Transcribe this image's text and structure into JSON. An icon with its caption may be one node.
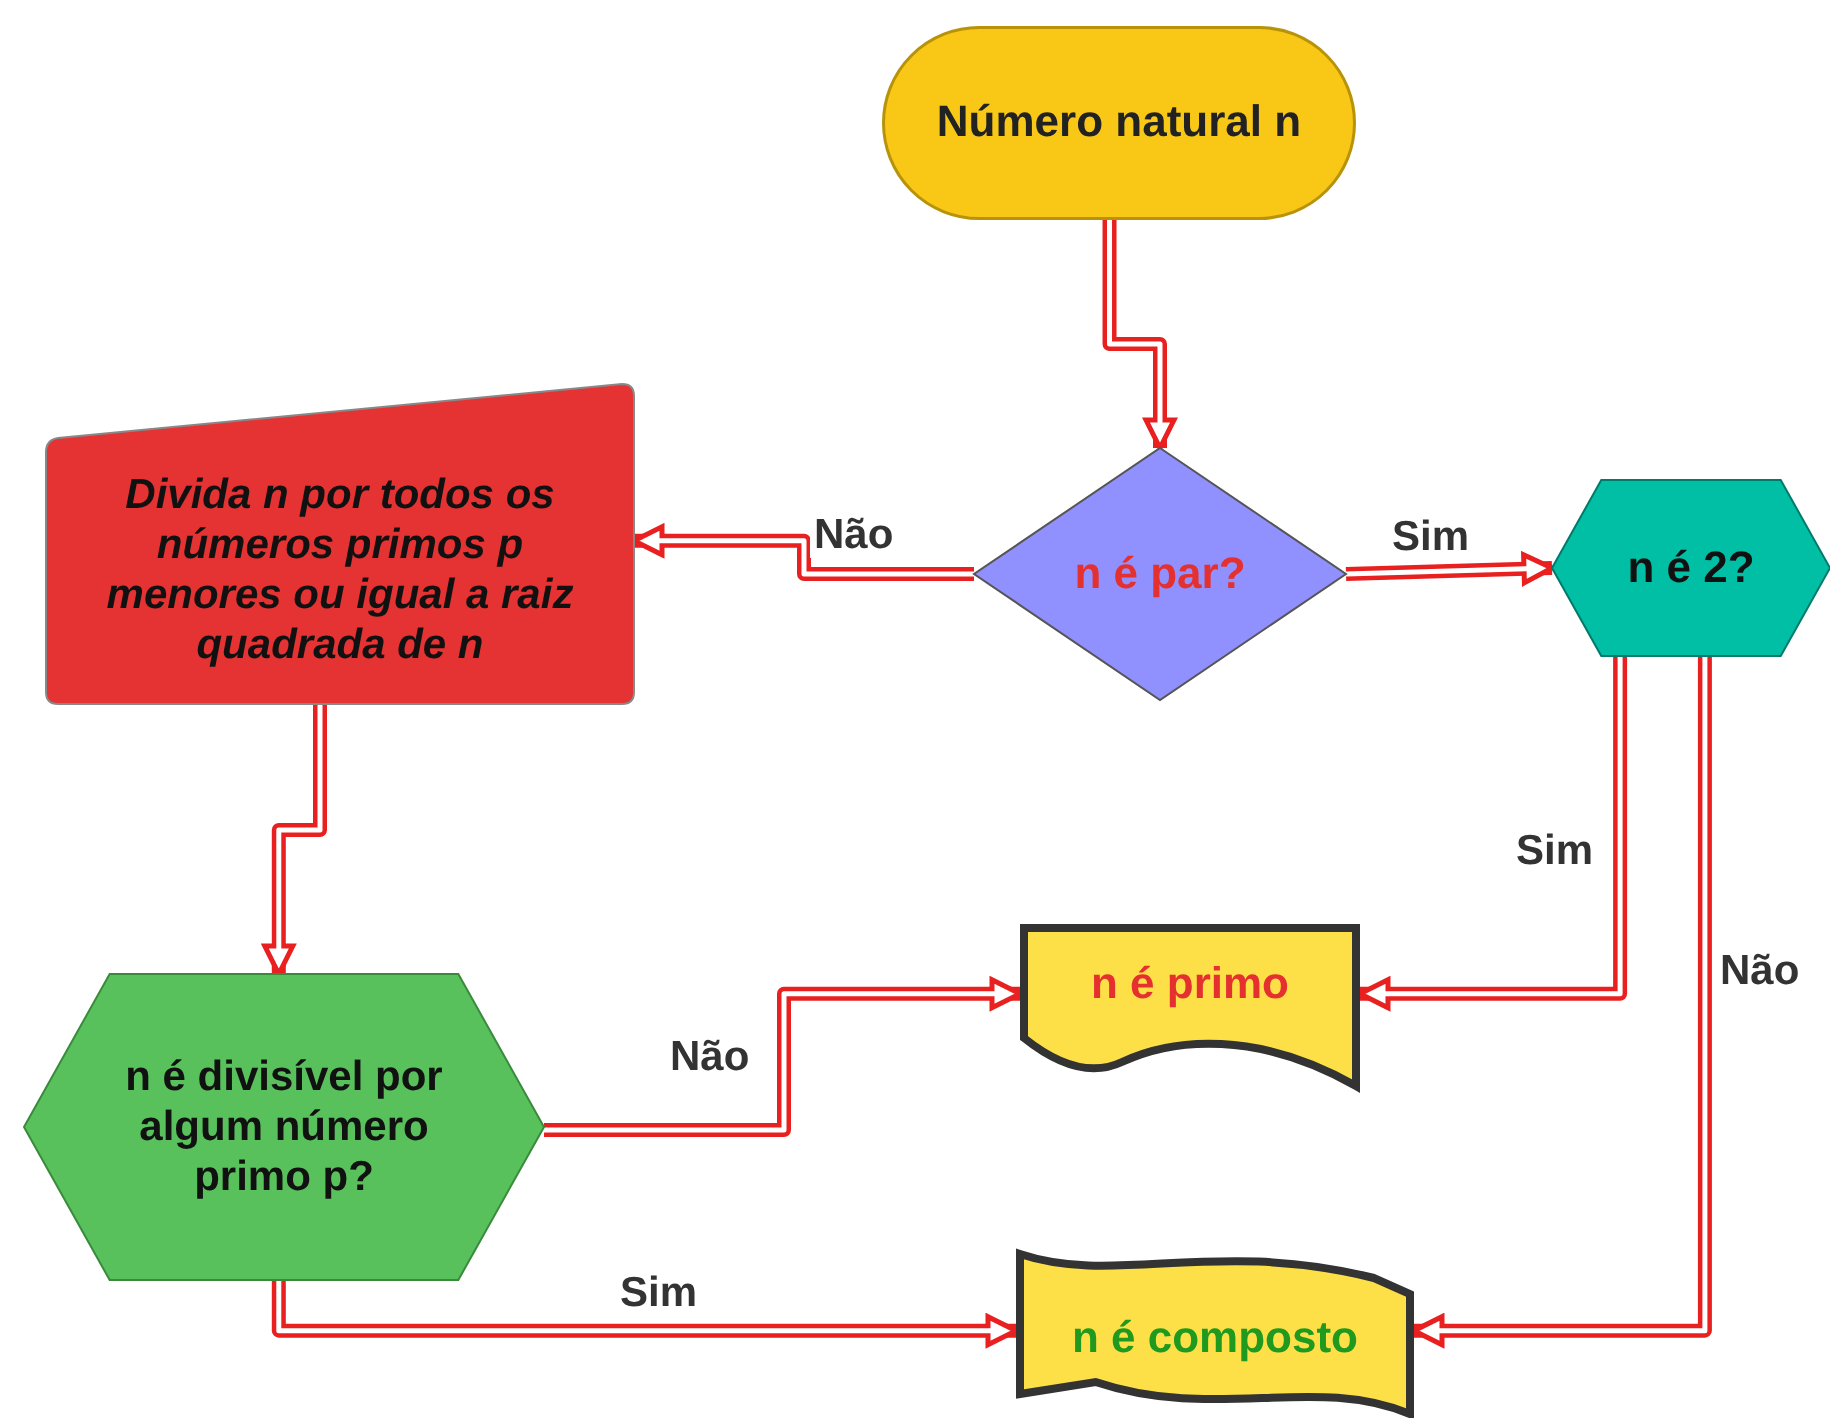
{
  "diagram": {
    "nodes": [
      {
        "text": [
          "Número natural n"
        ]
      },
      {
        "text": [
          "n é par?"
        ]
      },
      {
        "text": [
          "Divida n por todos os números primos p menores ou igual  a raiz quadrada de n"
        ]
      },
      {
        "text": [
          "n é 2?"
        ]
      },
      {
        "text": [
          "n é divisível por algum número primo p?"
        ]
      },
      {
        "text": [
          "n é primo"
        ]
      },
      {
        "text": [
          "n é composto"
        ]
      }
    ],
    "edges": [
      {
        "from": 0,
        "to": 1,
        "arrow": "to"
      },
      {
        "from": 1,
        "to": 2,
        "arrow": "to",
        "label": "Não"
      },
      {
        "from": 1,
        "to": 3,
        "arrow": "to",
        "label": "Sim"
      },
      {
        "from": 3,
        "to": 5,
        "arrow": "to",
        "label": "Sim"
      },
      {
        "from": 3,
        "to": 6,
        "arrow": "to",
        "label": "Não"
      },
      {
        "from": 2,
        "to": 4,
        "arrow": "to"
      },
      {
        "from": 4,
        "to": 5,
        "arrow": "to",
        "label": "Não"
      },
      {
        "from": 4,
        "to": 6,
        "arrow": "to",
        "label": "Sim"
      }
    ]
  }
}
